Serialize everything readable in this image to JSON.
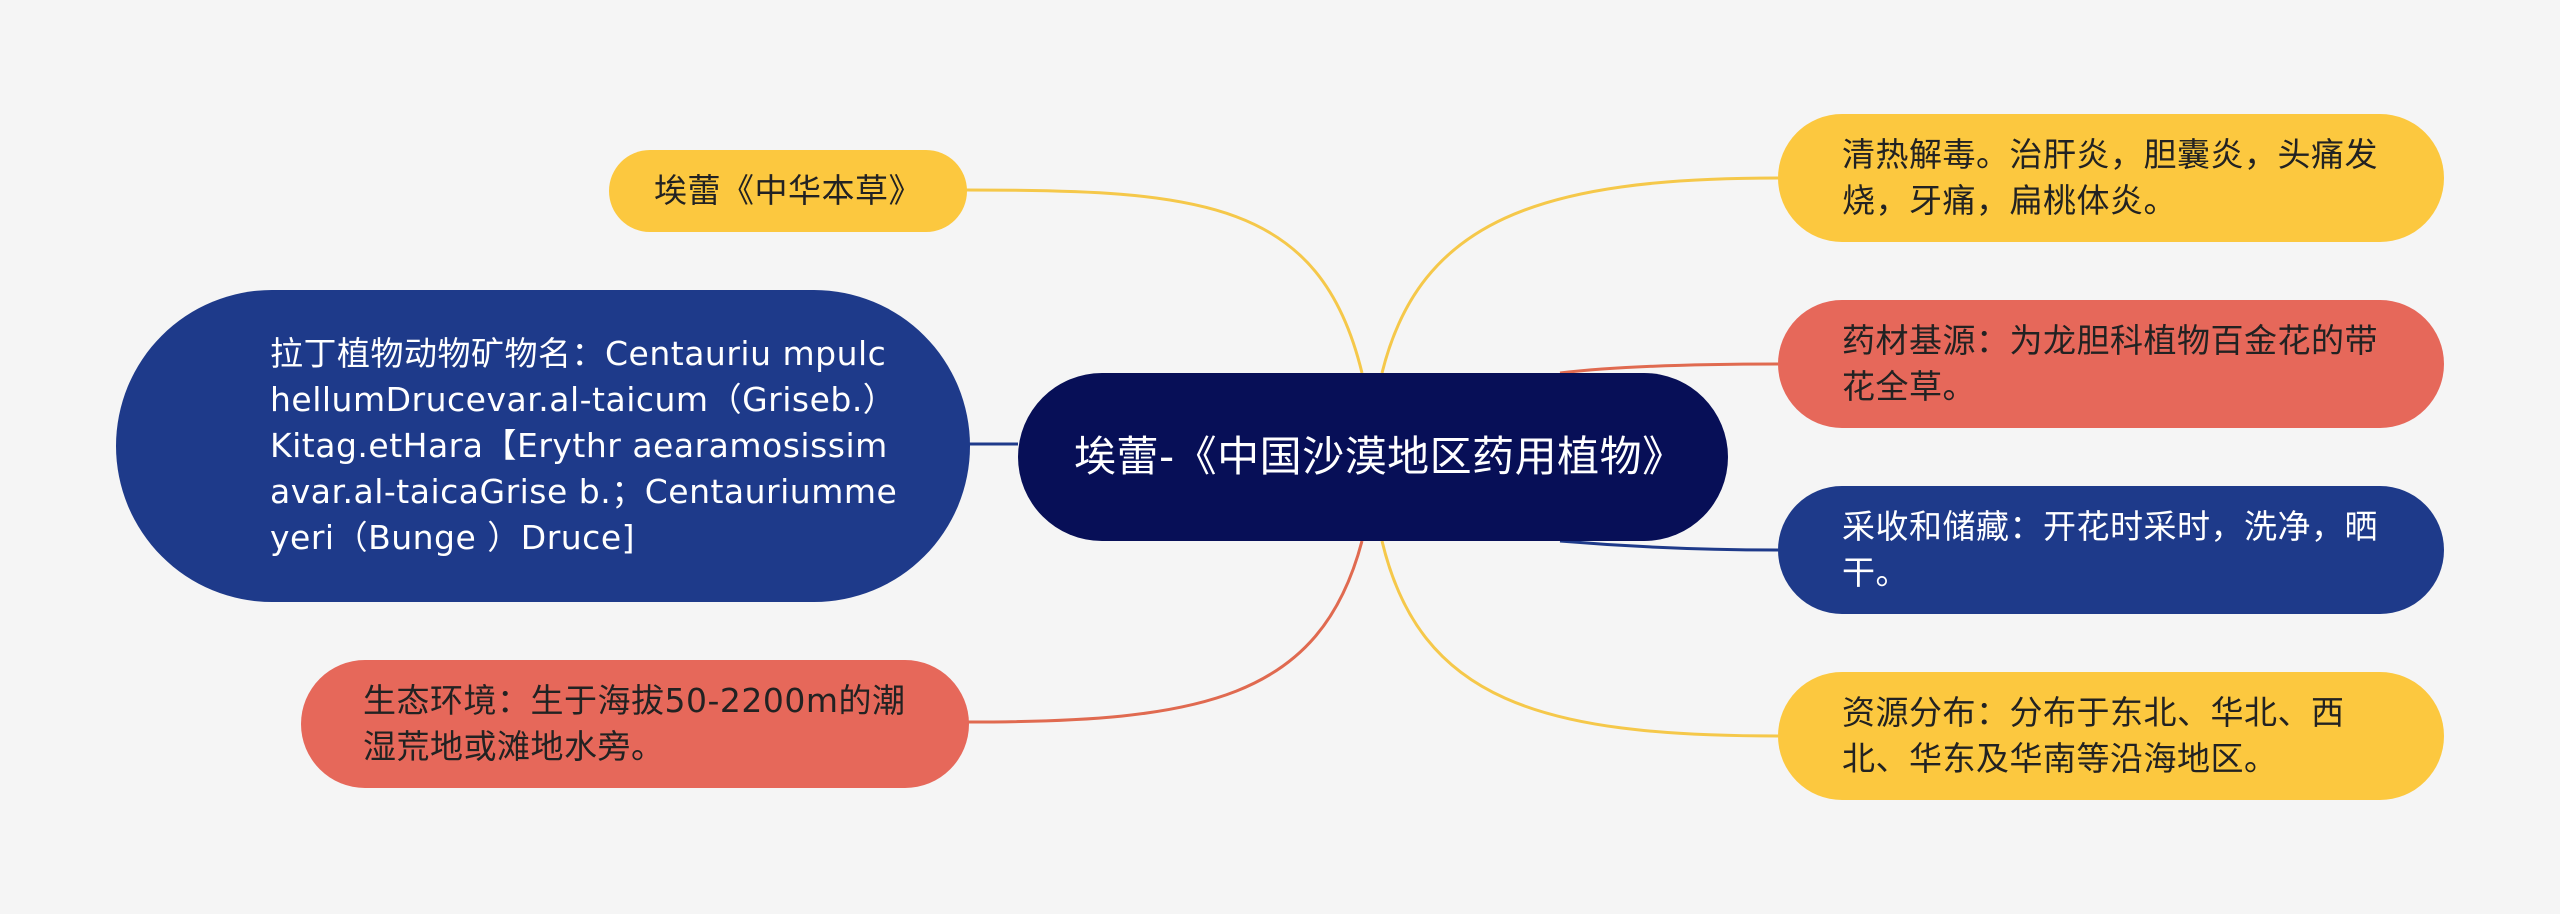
{
  "colors": {
    "background": "#f5f5f5",
    "center": "#070f57",
    "yellow": "#fcc83f",
    "salmon": "#e6685a",
    "blue": "#1e3a8a",
    "link_yellow": "#f5c84a",
    "link_salmon": "#e06a50",
    "link_blue": "#1e3a8a"
  },
  "mindmap": {
    "center": "埃蕾-《中国沙漠地区药用植物》",
    "left": [
      {
        "text": "埃蕾《中华本草》",
        "color": "yellow"
      },
      {
        "text": "拉丁植物动物矿物名：Centauriu mpulchellumDrucevar.al-taicum（Griseb.）Kitag.etHara【Erythr aearamosissimavar.al-taicaGrise b.；Centauriummeyeri（Bunge ）Druce]",
        "color": "blue"
      },
      {
        "text": "生态环境：生于海拔50-2200m的潮湿荒地或滩地水旁。",
        "color": "salmon"
      }
    ],
    "right": [
      {
        "text": "清热解毒。治肝炎，胆囊炎，头痛发烧，牙痛，扁桃体炎。",
        "color": "yellow"
      },
      {
        "text": "药材基源：为龙胆科植物百金花的带花全草。",
        "color": "salmon"
      },
      {
        "text": "采收和储藏：开花时采时，洗净，晒干。",
        "color": "blue"
      },
      {
        "text": "资源分布：分布于东北、华北、西北、华东及华南等沿海地区。",
        "color": "yellow"
      }
    ]
  }
}
